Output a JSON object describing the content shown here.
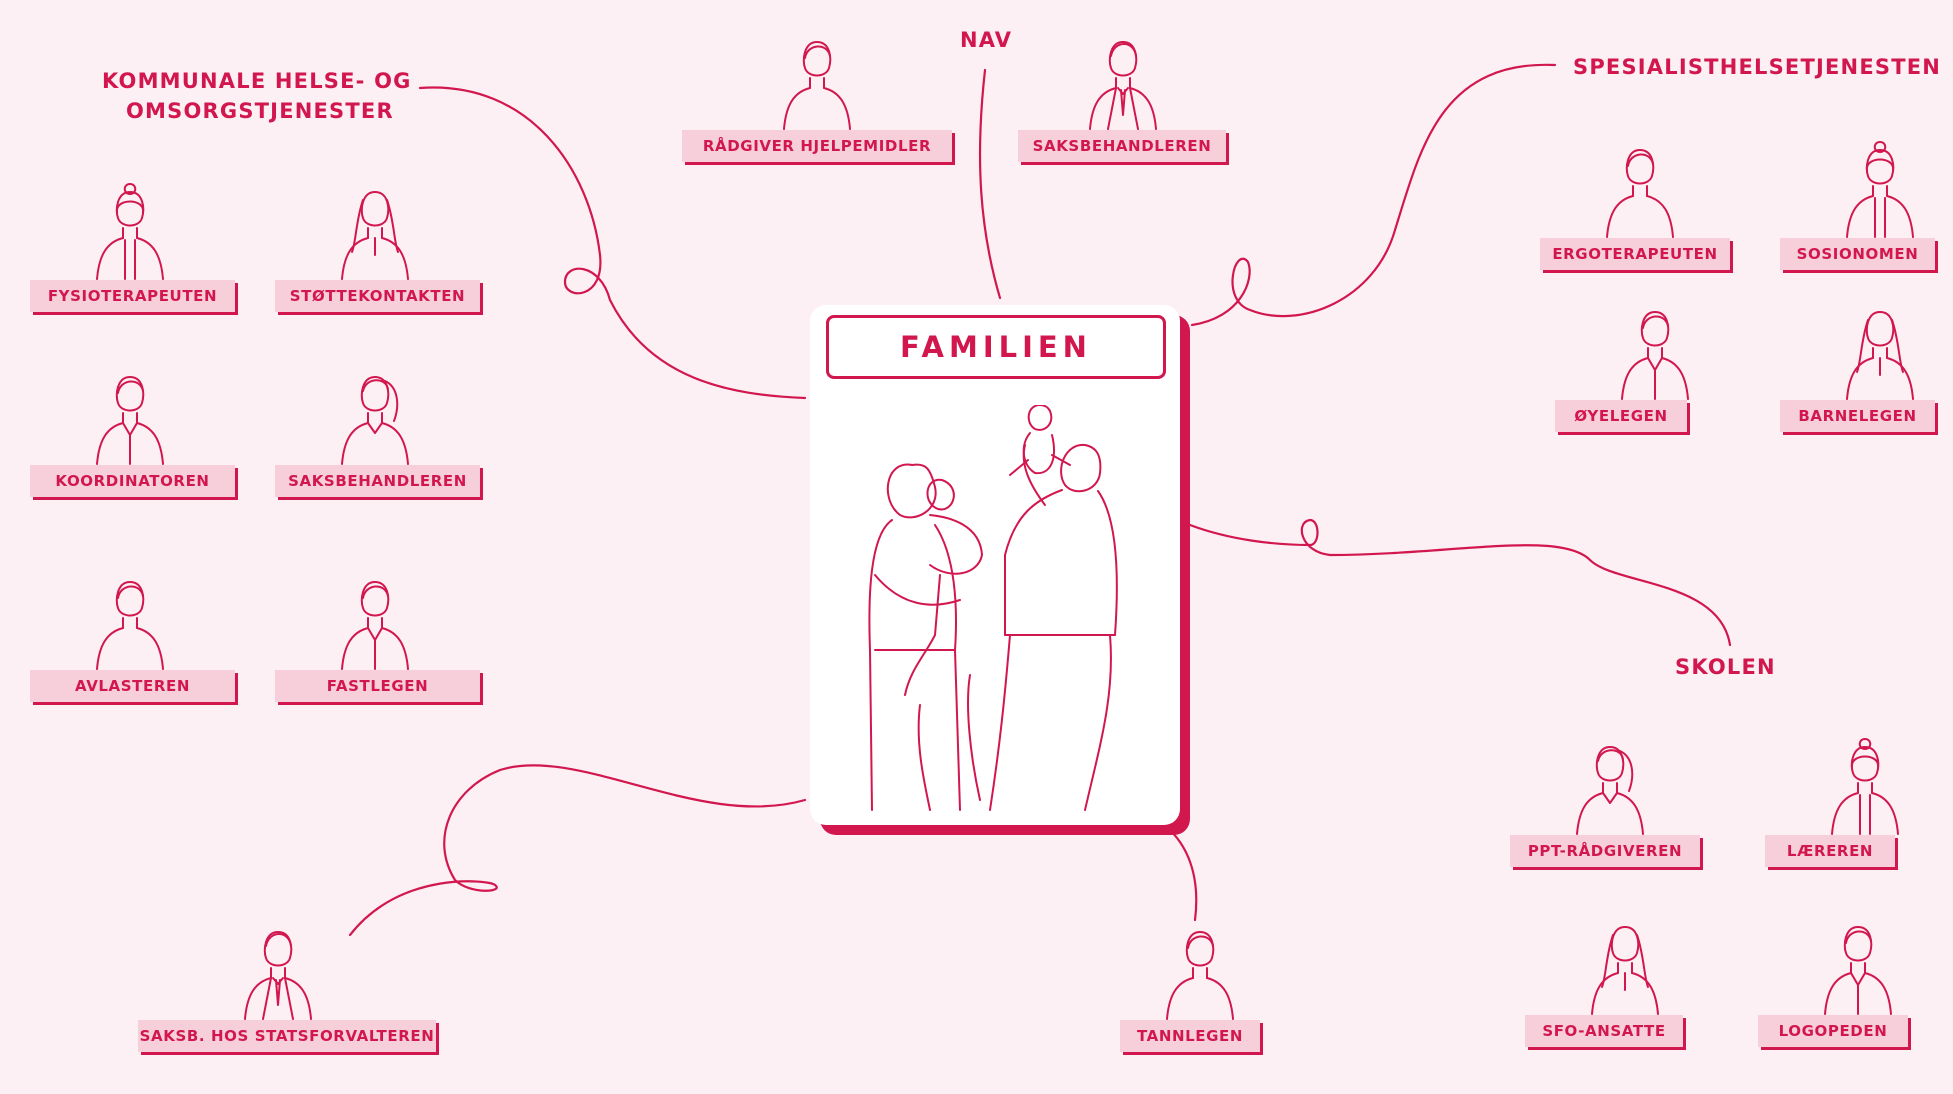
{
  "center": {
    "title": "FAMILIEN"
  },
  "groups": {
    "kommunale": {
      "title_lines": [
        "KOMMUNALE HELSE- OG",
        "OMSORGSTJENESTER"
      ]
    },
    "nav": {
      "title": "NAV"
    },
    "spesialist": {
      "title": "SPESIALISTHELSETJENESTEN"
    },
    "skolen": {
      "title": "SKOLEN"
    }
  },
  "roles": [
    {
      "label": "FYSIOTERAPEUTEN",
      "group": "kommunale",
      "icon": "woman-bun-figure-icon"
    },
    {
      "label": "STØTTEKONTAKTEN",
      "group": "kommunale",
      "icon": "woman-long-hair-figure-icon"
    },
    {
      "label": "KOORDINATOREN",
      "group": "kommunale",
      "icon": "man-collar-figure-icon"
    },
    {
      "label": "SAKSBEHANDLEREN",
      "group": "kommunale",
      "icon": "woman-ponytail-figure-icon"
    },
    {
      "label": "AVLASTEREN",
      "group": "kommunale",
      "icon": "man-figure-icon"
    },
    {
      "label": "FASTLEGEN",
      "group": "kommunale",
      "icon": "man-collar-figure-icon"
    },
    {
      "label": "RÅDGIVER HJELPEMIDLER",
      "group": "nav",
      "icon": "man-figure-icon"
    },
    {
      "label": "SAKSBEHANDLEREN",
      "group": "nav",
      "icon": "man-suit-tie-figure-icon"
    },
    {
      "label": "ERGOTERAPEUTEN",
      "group": "spesialist",
      "icon": "man-figure-icon"
    },
    {
      "label": "SOSIONOMEN",
      "group": "spesialist",
      "icon": "woman-bun-figure-icon"
    },
    {
      "label": "ØYELEGEN",
      "group": "spesialist",
      "icon": "man-collar-figure-icon"
    },
    {
      "label": "BARNELEGEN",
      "group": "spesialist",
      "icon": "woman-long-hair-figure-icon"
    },
    {
      "label": "PPT-RÅDGIVEREN",
      "group": "skolen",
      "icon": "woman-ponytail-figure-icon"
    },
    {
      "label": "LÆREREN",
      "group": "skolen",
      "icon": "woman-bun-figure-icon"
    },
    {
      "label": "SFO-ANSATTE",
      "group": "skolen",
      "icon": "woman-long-hair-figure-icon"
    },
    {
      "label": "LOGOPEDEN",
      "group": "skolen",
      "icon": "man-collar-figure-icon"
    },
    {
      "label": "SAKSB. HOS STATSFORVALTEREN",
      "group": "other",
      "icon": "man-suit-tie-figure-icon"
    },
    {
      "label": "TANNLEGEN",
      "group": "other",
      "icon": "man-figure-icon"
    }
  ],
  "colors": {
    "accent": "#d2174f",
    "label_background": "#f7cfdb",
    "page_background": "#fcf0f4",
    "card_background": "#ffffff"
  }
}
